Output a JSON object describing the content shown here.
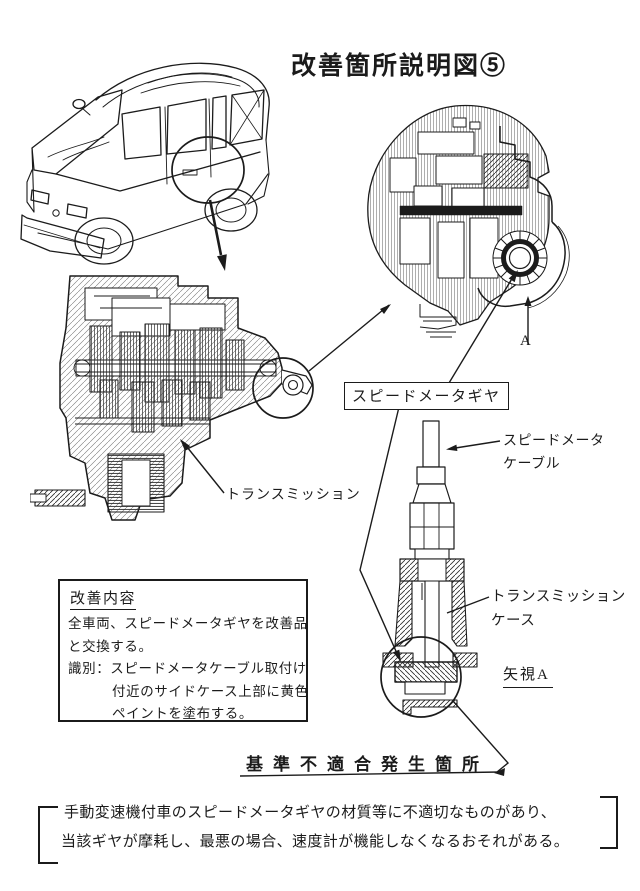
{
  "page": {
    "title": "改善箇所説明図⑤"
  },
  "callouts": {
    "speedometer_gear": "スピードメータギヤ",
    "transmission": "トランスミッション",
    "speedometer_cable_line1": "スピードメータ",
    "speedometer_cable_line2": "ケーブル",
    "transmission_case_line1": "トランスミッション",
    "transmission_case_line2": "ケース",
    "view_a": "矢視A",
    "view_arrow_letter": "A",
    "nonconformity_location": "基準不適合発生箇所"
  },
  "improvement_box": {
    "heading": "改善内容",
    "lines": [
      "全車両、スピードメータギヤを改善品",
      "と交換する。",
      "識別：スピードメータケーブル取付け",
      "付近のサイドケース上部に黄色",
      "ペイントを塗布する。"
    ]
  },
  "footer_note": {
    "lines": [
      "手動変速機付車のスピードメータギヤの材質等に不適切なものがあり、",
      "当該ギヤが摩耗し、最悪の場合、速度計が機能しなくなるおそれがある。"
    ]
  },
  "colors": {
    "ink": "#1b1b1b",
    "paper": "#ffffff"
  },
  "diagrams": {
    "van": "van-line-drawing",
    "transmission_section": "transmission-cross-section",
    "magnified_section": "speedometer-gear-area-magnified-view",
    "cable_assembly": "speedometer-cable-and-gear-assembly"
  }
}
